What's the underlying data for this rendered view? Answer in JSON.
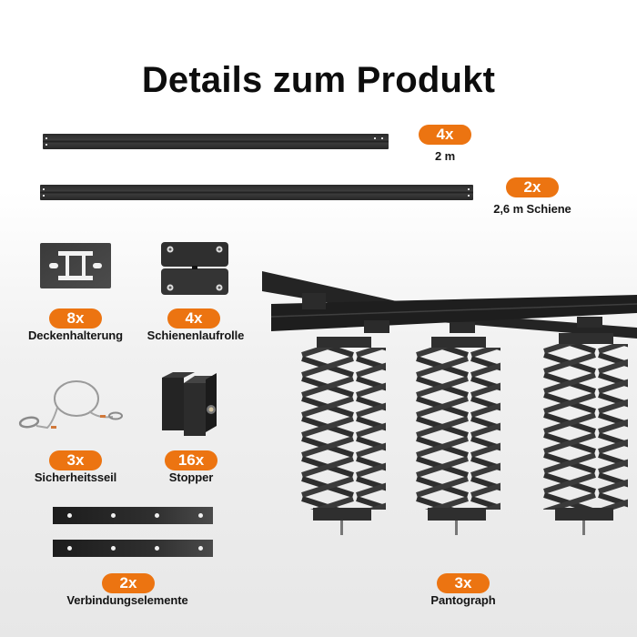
{
  "header": {
    "title": "Details zum Produkt"
  },
  "colors": {
    "badge": "#ec7411",
    "text": "#111111",
    "product": "#2b2b2b"
  },
  "items": [
    {
      "id": "rail-2m",
      "qty": "4x",
      "label": "2 m",
      "icon": "rail-icon"
    },
    {
      "id": "rail-2-6m",
      "qty": "2x",
      "label": "2,6 m Schiene",
      "icon": "rail-icon"
    },
    {
      "id": "ceiling-mount",
      "qty": "8x",
      "label": "Deckenhalterung",
      "icon": "ceiling-mount-plate-icon"
    },
    {
      "id": "rail-trolley",
      "qty": "4x",
      "label": "Schienenlaufrolle",
      "icon": "rail-trolley-icon"
    },
    {
      "id": "safety-cable",
      "qty": "3x",
      "label": "Sicherheitsseil",
      "icon": "safety-cable-icon"
    },
    {
      "id": "stopper",
      "qty": "16x",
      "label": "Stopper",
      "icon": "stopper-block-icon"
    },
    {
      "id": "connector",
      "qty": "2x",
      "label": "Verbindungselemente",
      "icon": "connector-plate-icon"
    },
    {
      "id": "pantograph",
      "qty": "3x",
      "label": "Pantograph",
      "icon": "pantograph-icon"
    }
  ]
}
